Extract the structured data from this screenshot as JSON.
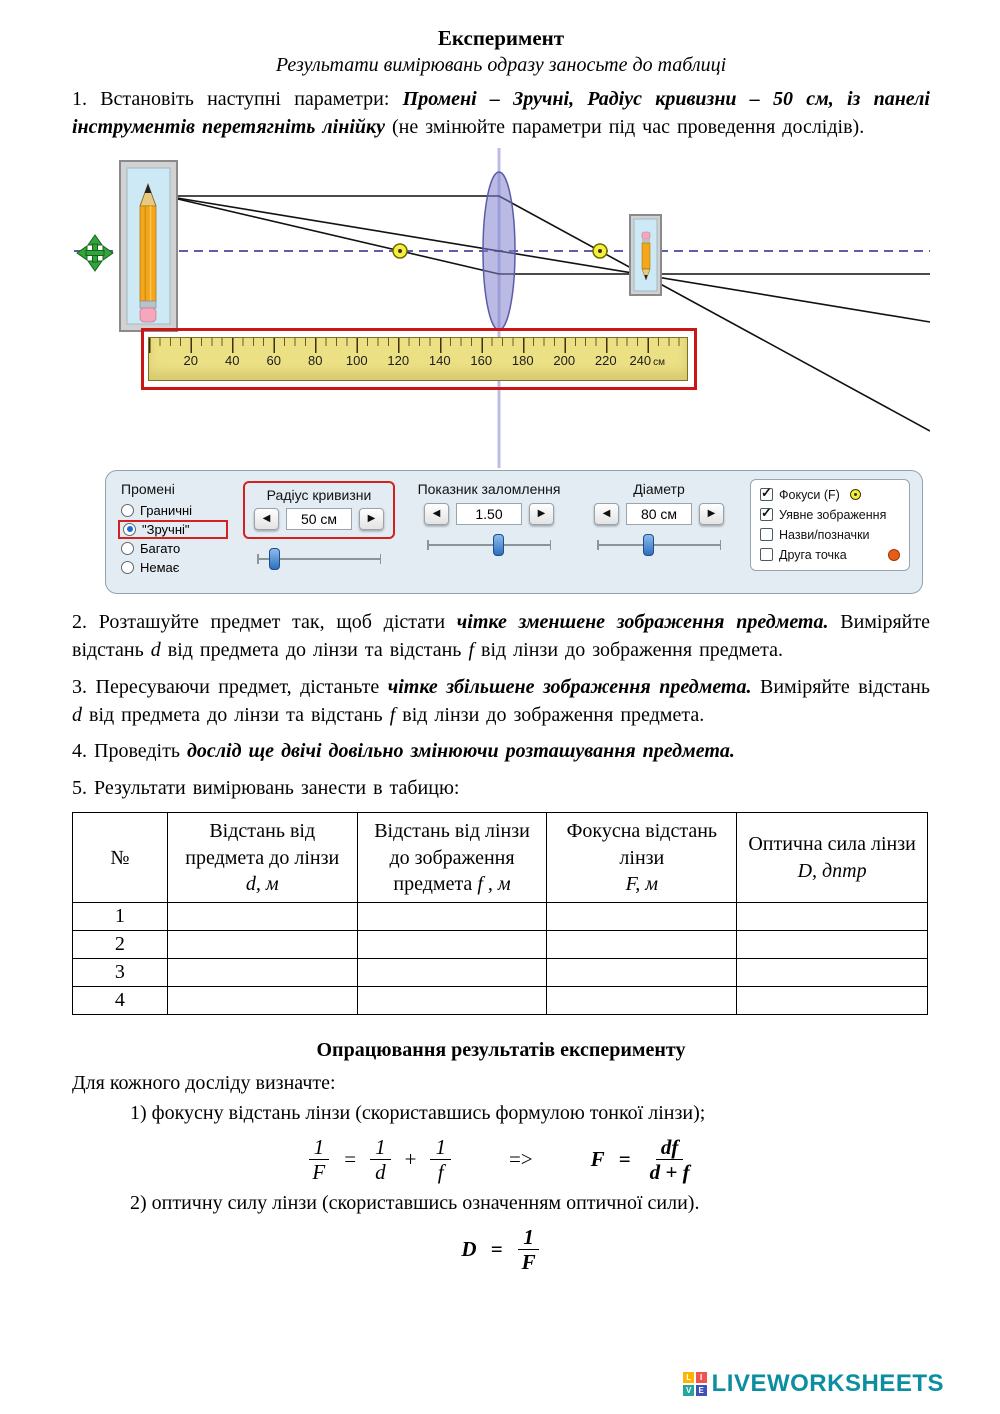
{
  "doc": {
    "title": "Експеримент",
    "subtitle": "Результати вимірювань одразу заносьте до таблиці"
  },
  "step1": {
    "t1": "1. Встановіть наступні параметри: ",
    "b1": "Промені – Зручні, Радіус кривизни – 50 см, із панелі інструментів перетягніть лінійку",
    "t2": " (не змінюйте параметри під час проведення дослідів)."
  },
  "sim": {
    "ruler": {
      "ticks": [
        "20",
        "40",
        "60",
        "80",
        "100",
        "120",
        "140",
        "160",
        "180",
        "200",
        "220",
        "240"
      ],
      "unit": "см"
    },
    "rays": {
      "title": "Промені",
      "opt1": "Граничні",
      "opt2": "\"Зручні\"",
      "opt3": "Багато",
      "opt4": "Немає"
    },
    "radius": {
      "label": "Радіус кривизни",
      "value": "50 см"
    },
    "index": {
      "label": "Показник заломлення",
      "value": "1.50"
    },
    "diameter": {
      "label": "Діаметр",
      "value": "80 см"
    },
    "checks": {
      "c1": "Фокуси (F)",
      "c2": "Уявне зображення",
      "c3": "Назви/позначки",
      "c4": "Друга точка"
    },
    "stepper_left": "◀",
    "stepper_right": "▶"
  },
  "step2": {
    "t1": "2. Розташуйте предмет так, щоб дістати ",
    "b1": "чітке зменшене зображення предмета.",
    "t2": " Виміряйте відстань ",
    "m1": "d",
    "t3": " від предмета до лінзи та відстань ",
    "m2": "f",
    "t4": " від лінзи до зображення предмета."
  },
  "step3": {
    "t1": "3. Пересуваючи предмет, дістаньте ",
    "b1": "чітке збільшене зображення предмета.",
    "t2": " Виміряйте відстань ",
    "m1": "d",
    "t3": " від предмета до лінзи та відстань ",
    "m2": "f",
    "t4": " від лінзи до зображення предмета."
  },
  "step4": {
    "t1": "4. Проведіть ",
    "b1": "дослід ще двічі довільно змінюючи розташування предмета."
  },
  "step5": {
    "t1": "5. Результати вимірювань занести в табицю:"
  },
  "table": {
    "h1": "№",
    "h2": {
      "text": "Відстань від предмета до лінзи",
      "math": "d, м"
    },
    "h3": {
      "text": "Відстань від лінзи до зображення предмета",
      "math": "f , м"
    },
    "h4": {
      "text": "Фокусна відстань лінзи",
      "math": "F, м"
    },
    "h5": {
      "text": "Оптична сила лінзи",
      "math": "D, дптр"
    },
    "rows": [
      {
        "num": "1"
      },
      {
        "num": "2"
      },
      {
        "num": "3"
      },
      {
        "num": "4"
      }
    ]
  },
  "processing": {
    "title": "Опрацювання результатів експерименту",
    "intro": "Для кожного досліду визначте:",
    "item1": "1) фокусну відстань лінзи (скориставшись формулою тонкої лінзи);",
    "item2": "2) оптичну силу лінзи (скориставшись означенням оптичної сили)."
  },
  "formula1": {
    "f1n": "1",
    "f1d": "F",
    "eq1": "=",
    "f2n": "1",
    "f2d": "d",
    "plus": "+",
    "f3n": "1",
    "f3d": "f",
    "arrow": "=>",
    "lhs": "F",
    "eq2": "=",
    "rn": "df",
    "rd": "d + f"
  },
  "formula2": {
    "lhs": "D",
    "eq": "=",
    "n": "1",
    "d": "F"
  },
  "footer": {
    "brand": "LIVEWORKSHEETS",
    "tiles": [
      "L",
      "I",
      "V",
      "E"
    ]
  }
}
